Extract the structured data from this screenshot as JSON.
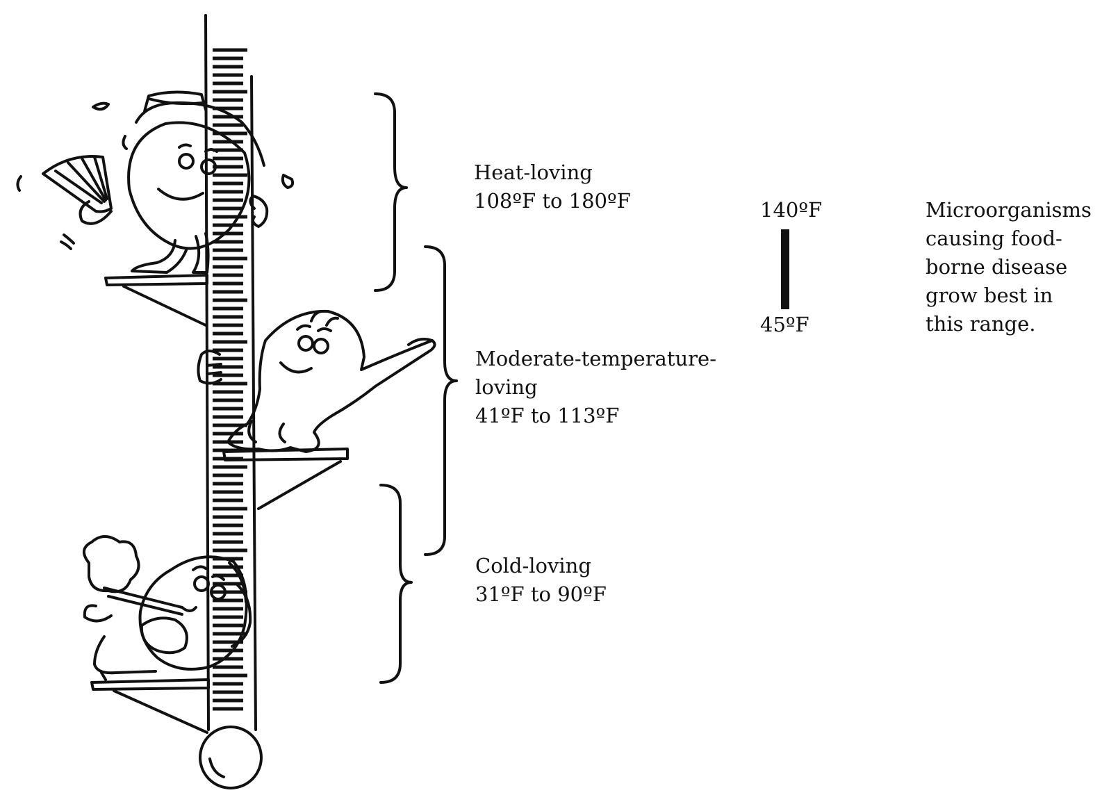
{
  "groups": {
    "heat": {
      "name": "Heat-loving",
      "range": "108ºF to 180ºF"
    },
    "moderate": {
      "name_line1": "Moderate-temperature-",
      "name_line2": "loving",
      "range": "41ºF to 113ºF"
    },
    "cold": {
      "name": "Cold-loving",
      "range": "31ºF to 90ºF"
    }
  },
  "danger_zone": {
    "top": "140ºF",
    "bottom": "45ºF",
    "note_lines": [
      "Microorganisms",
      "causing food-",
      "borne disease",
      "grow best in",
      "this range."
    ]
  },
  "colors": {
    "ink": "#111111",
    "background": "#ffffff"
  },
  "illustration": {
    "thermometer": "thermometer-icon",
    "characters": [
      "hot-microbe-with-fan-icon",
      "moderate-microbe-reaching-icon",
      "cold-microbe-with-earmuffs-icon"
    ]
  }
}
